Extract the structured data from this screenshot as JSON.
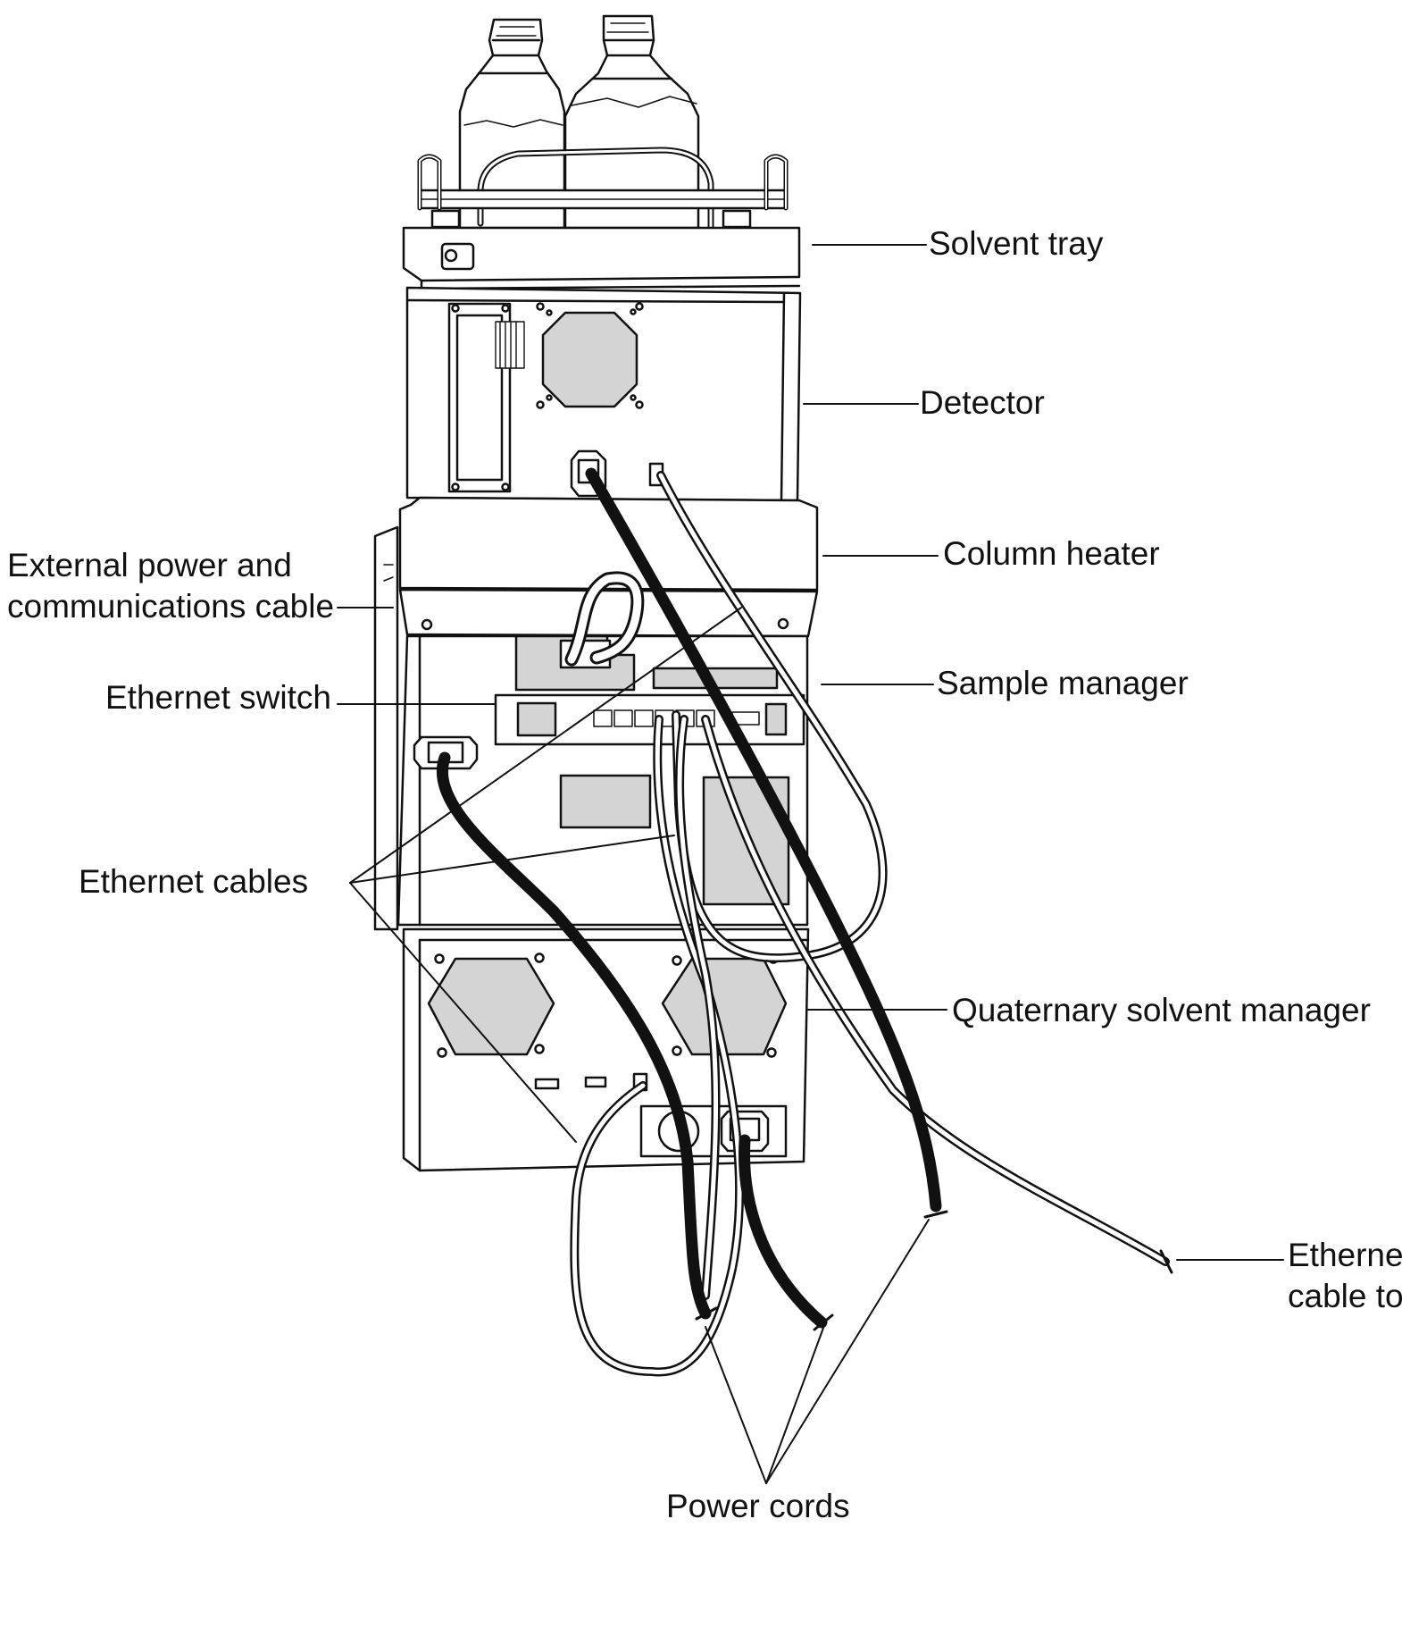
{
  "diagram": {
    "labels": {
      "solvent_tray": "Solvent tray",
      "detector": "Detector",
      "column_heater": "Column heater",
      "external_power_line1": "External power and",
      "external_power_line2": "communications cable",
      "sample_manager": "Sample manager",
      "ethernet_switch": "Ethernet switch",
      "ethernet_cables": "Ethernet cables",
      "quaternary_solvent_manager": "Quaternary solvent manager",
      "ethernet_cable_to_line1": "Etherne",
      "ethernet_cable_to_line2": "cable to",
      "power_cords": "Power cords"
    },
    "colors": {
      "ink": "#111111",
      "panel_fill": "#d4d4d4",
      "background": "#ffffff"
    }
  }
}
